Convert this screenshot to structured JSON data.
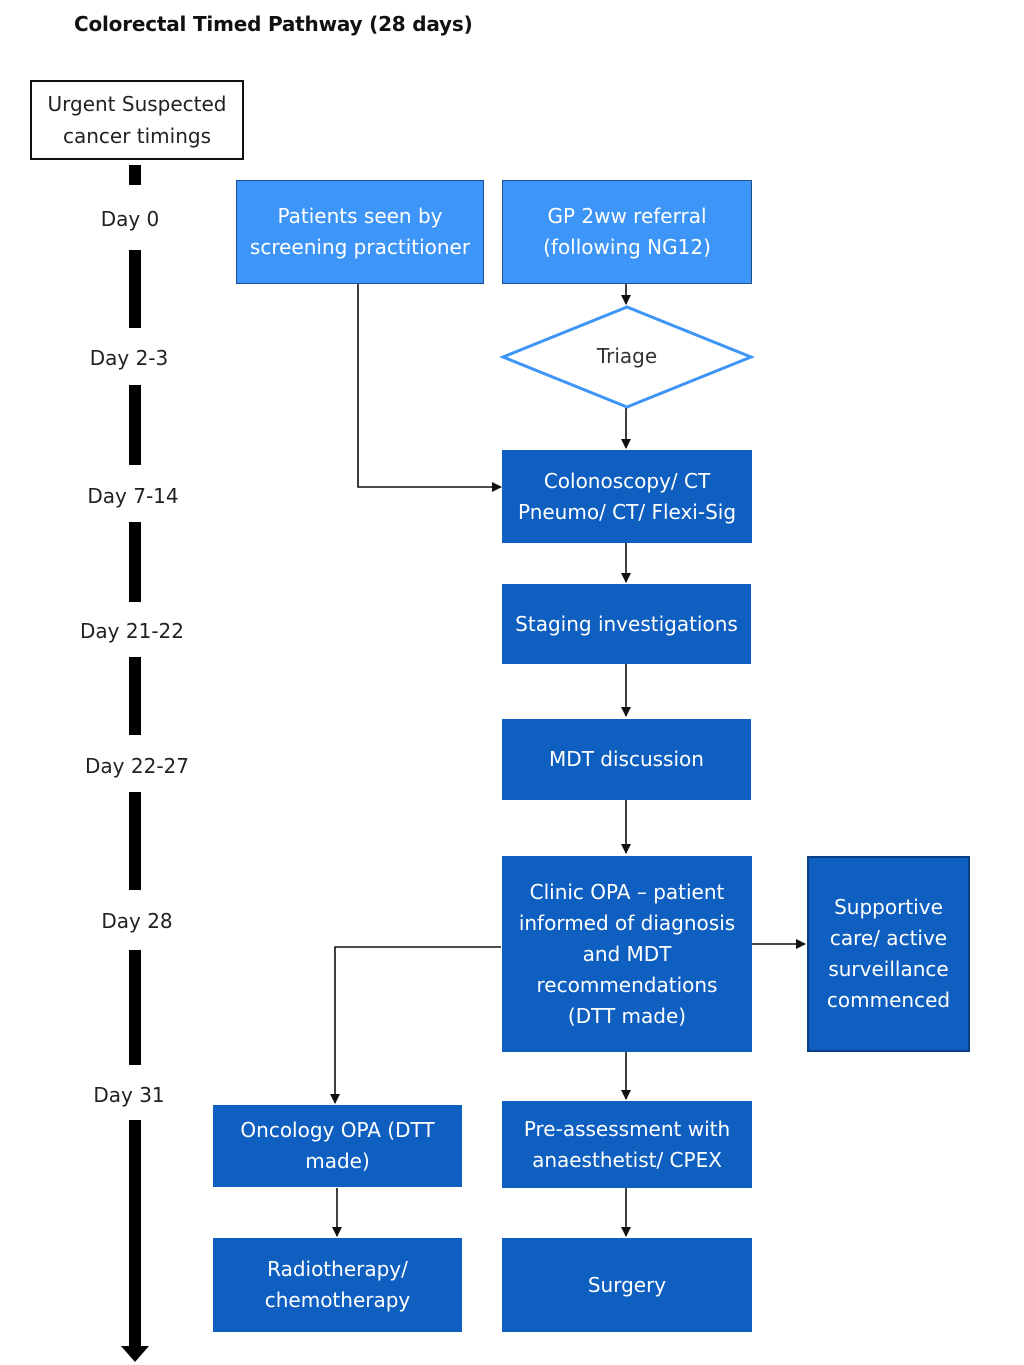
{
  "title": "Colorectal Timed Pathway (28 days)",
  "legend": {
    "line1": "Urgent Suspected",
    "line2": "cancer timings"
  },
  "timeline": {
    "days": [
      "Day 0",
      "Day 2-3",
      "Day 7-14",
      "Day 21-22",
      "Day 22-27",
      "Day 28",
      "Day 31"
    ]
  },
  "nodes": {
    "screening": "Patients seen by screening practitioner",
    "gp_referral": "GP 2ww referral (following NG12)",
    "triage": "Triage",
    "colonoscopy": "Colonoscopy/ CT Pneumo/ CT/ Flexi-Sig",
    "staging": "Staging investigations",
    "mdt": "MDT discussion",
    "clinic": "Clinic OPA – patient informed of diagnosis and MDT recommendations (DTT made)",
    "supportive": "Supportive care/ active surveillance commenced",
    "oncology": "Oncology OPA (DTT made)",
    "preassessment": "Pre-assessment with anaesthetist/ CPEX",
    "radiotherapy": "Radiotherapy/ chemotherapy",
    "surgery": "Surgery"
  },
  "colors": {
    "light_box": "#3d96f7",
    "dark_box": "#0e5fbf",
    "timeline": "#000000"
  }
}
